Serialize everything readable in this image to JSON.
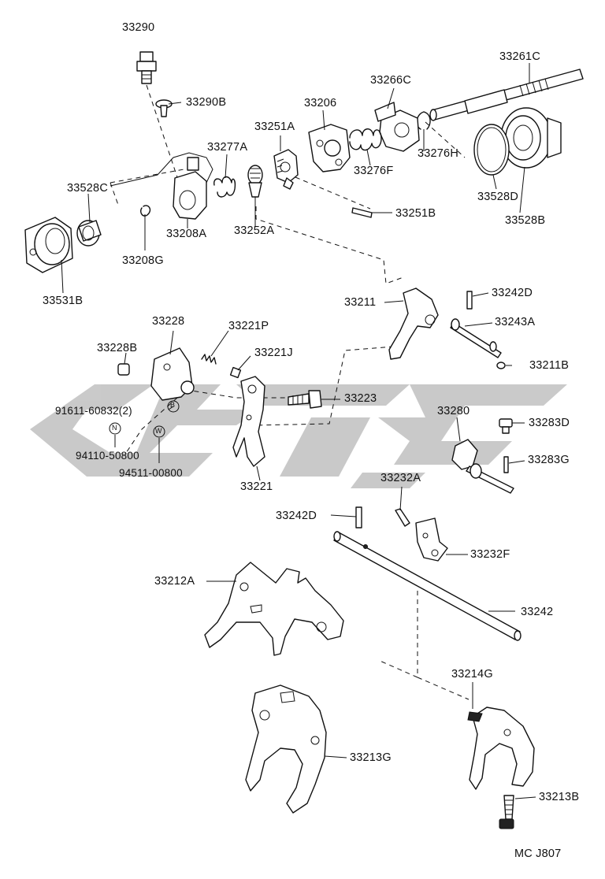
{
  "watermark": {
    "color": "#c4c4c4",
    "text": ""
  },
  "labels": {
    "p33290": "33290",
    "p33290B": "33290B",
    "p33261C": "33261C",
    "p33266C": "33266C",
    "p33206": "33206",
    "p33251A": "33251A",
    "p33277A": "33277A",
    "p33276H": "33276H",
    "p33276F": "33276F",
    "p33528C": "33528C",
    "p33208A": "33208A",
    "p33252A": "33252A",
    "p33251B": "33251B",
    "p33528D": "33528D",
    "p33528B": "33528B",
    "p33208G": "33208G",
    "p33531B": "33531B",
    "p33211": "33211",
    "p33242D_top": "33242D",
    "p33243A": "33243A",
    "p33211B": "33211B",
    "p33228": "33228",
    "p33221P": "33221P",
    "p33228B": "33228B",
    "p33221J": "33221J",
    "p33223": "33223",
    "p91611": "91611-60832(2)",
    "p94110": "94110-50800",
    "p94511": "94511-00800",
    "p33221": "33221",
    "p33280": "33280",
    "p33283D": "33283D",
    "p33283G": "33283G",
    "p33232A": "33232A",
    "p33242D_mid": "33242D",
    "p33232F": "33232F",
    "p33212A": "33212A",
    "p33242": "33242",
    "p33214G": "33214G",
    "p33213G": "33213G",
    "p33213B": "33213B",
    "code": "MC J807"
  },
  "callouts": {
    "B": "B",
    "N": "N",
    "W": "W"
  }
}
